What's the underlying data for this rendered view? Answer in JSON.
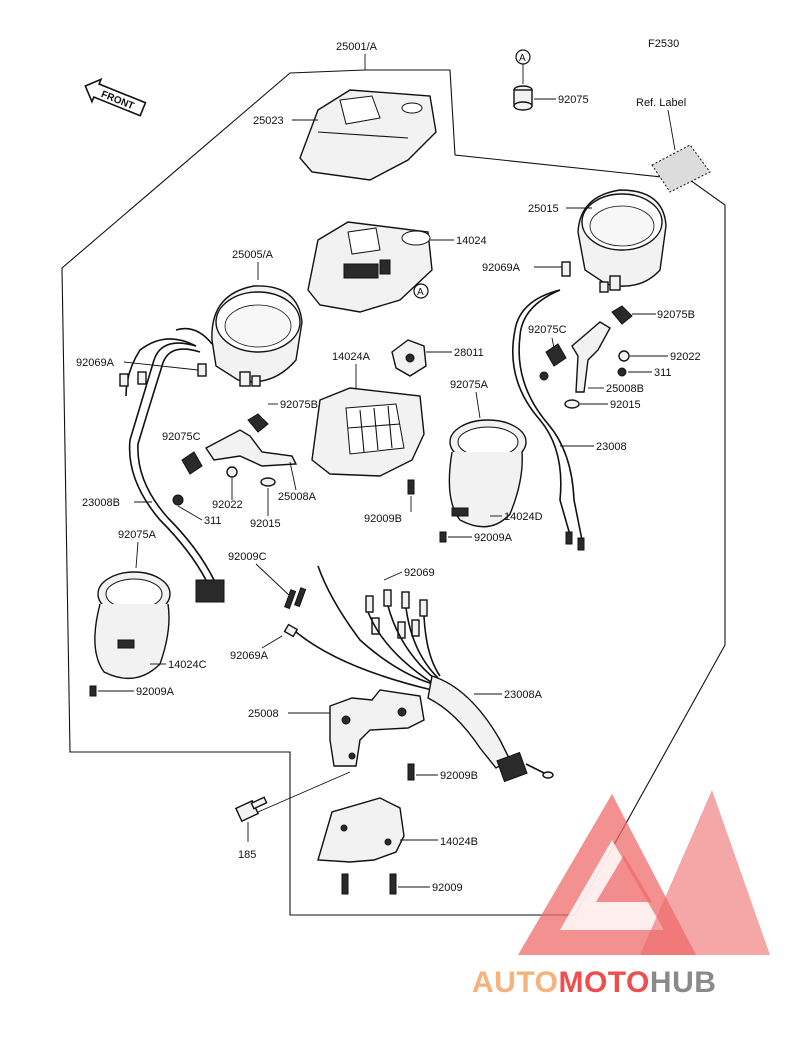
{
  "figure_code": "F2530",
  "front_arrow_label": "FRONT",
  "ref_label": "Ref. Label",
  "marker_letter": "A",
  "parts": {
    "p25001A": "25001/A",
    "p25023": "25023",
    "p92075_top": "92075",
    "p25015": "25015",
    "p14024": "14024",
    "p25005A": "25005/A",
    "p92069A_right": "92069A",
    "p92075B_right": "92075B",
    "p92075C_right": "92075C",
    "p92022_right": "92022",
    "p311_right": "311",
    "p25008B": "25008B",
    "p92015_right": "92015",
    "p28011": "28011",
    "p14024A": "14024A",
    "p92075A_right": "92075A",
    "p23008": "23008",
    "p92069A_left": "92069A",
    "p92075B_left": "92075B",
    "p92075C_left": "92075C",
    "p92022_left": "92022",
    "p25008A": "25008A",
    "p23008B": "23008B",
    "p311_left": "311",
    "p92015_left": "92015",
    "p92009B_mid": "92009B",
    "p14024D": "14024D",
    "p92009A_right": "92009A",
    "p92075A_left": "92075A",
    "p92009C": "92009C",
    "p92069": "92069",
    "p92069A_lower": "92069A",
    "p14024C": "14024C",
    "p92009A_left": "92009A",
    "p23008A": "23008A",
    "p25008": "25008",
    "p92009B_low": "92009B",
    "p185": "185",
    "p14024B": "14024B",
    "p92009": "92009"
  },
  "watermark": {
    "part1": "AUTO",
    "part2": "MOTO",
    "part3": "HUB",
    "color_light": "#f6b27a",
    "color_red": "#ee4e4e",
    "color_gray": "#8a8a8a"
  }
}
